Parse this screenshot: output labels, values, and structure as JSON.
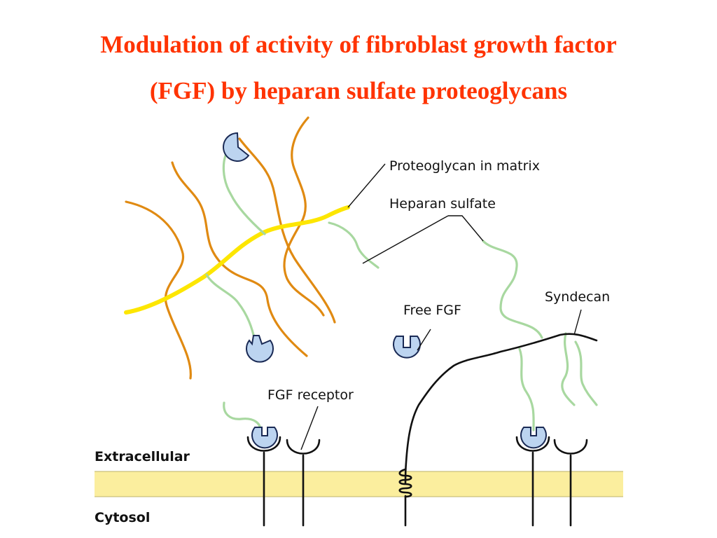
{
  "title": {
    "line1": "Modulation of activity of fibroblast growth factor",
    "line2": "(FGF) by heparan sulfate proteoglycans"
  },
  "labels": {
    "proteoglycan_in_matrix": "Proteoglycan in matrix",
    "heparan_sulfate": "Heparan sulfate",
    "syndecan": "Syndecan",
    "free_fgf": "Free FGF",
    "fgf_receptor": "FGF receptor",
    "extracellular": "Extracellular",
    "cytosol": "Cytosol"
  },
  "colors": {
    "title": "#ff3300",
    "collagen_fiber": "#e08a12",
    "heparan_sulfate": "#a8d8a0",
    "proteoglycan_core": "#fde600",
    "membrane": "#fbee9e",
    "fgf": "#bcd4f0"
  }
}
